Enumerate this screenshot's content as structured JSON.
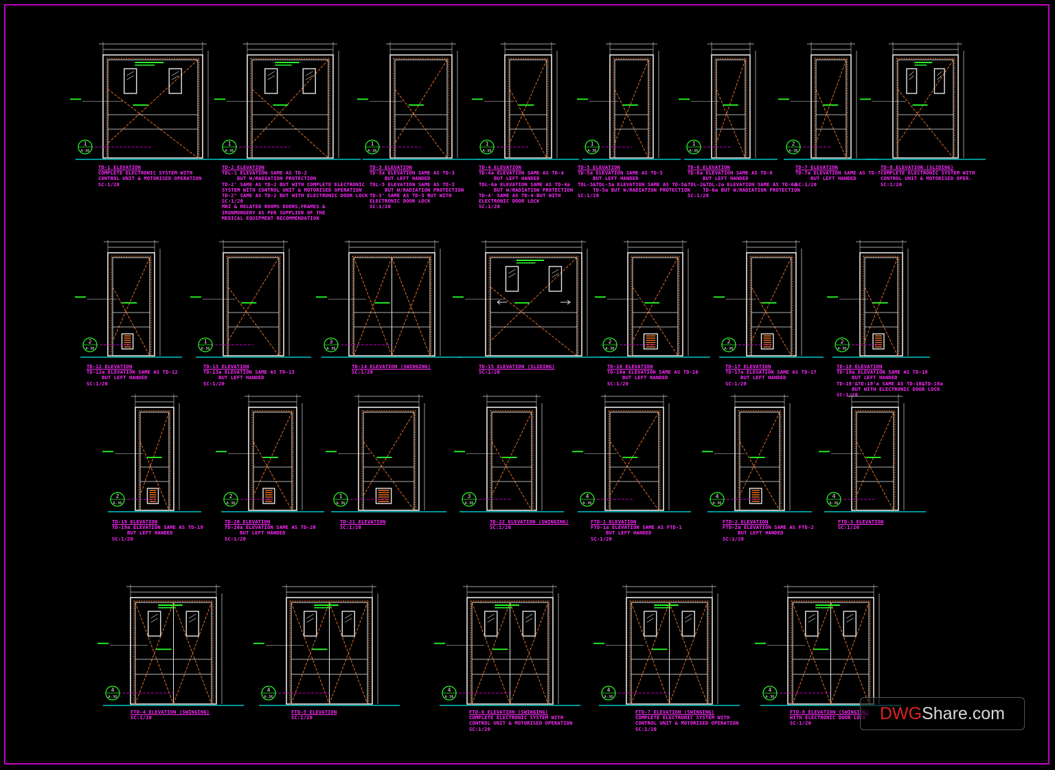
{
  "colors": {
    "frame": "#e8e8e8",
    "hatch": "#ff7a2a",
    "dimension": "#d8d8d8",
    "note": "#27ff27",
    "caption": "#ff2bff",
    "marker": "#27ff27",
    "floor": "#00c8c8"
  },
  "watermark": {
    "part1": "DWG",
    "part2": "Share",
    "part3": ".com"
  },
  "doors": [
    {
      "id": "td1",
      "marker_num": "1",
      "marker_ref": "A-36",
      "caption": [
        "TD-1 ELEVATION",
        "COMPLETE ELECTRONIC SYSTEM WITH",
        "CONTROL UNIT & MOTORISED OPERATION",
        "SC:1/20"
      ]
    },
    {
      "id": "td2",
      "marker_num": "1",
      "marker_ref": "A-36",
      "caption": [
        "TD-2 ELEVATION",
        "TDL-1 ELEVATION SAME AS TD-2",
        "     BUT W/RADIATION PROTECTION",
        "TD-2' SAME AS TD-2 BUT WITH COMPLETE ELECTRONIC",
        "SYSTEM WITH CONTROL UNIT & MOTORISED OPERATION",
        "TD-2\" SAME AS TD-2 BUT WITH ELECTRONIC DOOR LOCK",
        "SC:1/20",
        "MRI & RELATED ROOMS DOORS,FRAMES &",
        "IRONMONGERY AS PER SUPPLIER OF THE",
        "MEDICAL EQUIPMENT RECOMMENDATION"
      ]
    },
    {
      "id": "td3",
      "marker_num": "1",
      "marker_ref": "A-36",
      "caption": [
        "TD-3 ELEVATION",
        "TD-3a ELEVATION SAME AS TD-3",
        "     BUT LEFT HANDED",
        "TDL-5 ELEVATION SAME AS TD-3",
        "     BUT W/RADIATION PROTECTION",
        "TD-3' SAME AS TD-3 BUT WITH",
        "ELECTRONIC DOOR LOCK",
        "SC:1/20"
      ]
    },
    {
      "id": "td4",
      "marker_num": "1",
      "marker_ref": "A-36",
      "caption": [
        "TD-4 ELEVATION",
        "TD-4a ELEVATION SAME AS TD-4",
        "     BUT LEFT HANDED",
        "TDL-6a ELEVATION SAME AS TD-4a",
        "     BUT W/RADIATION PROTECTION",
        "TD-4' SAME AS TD-4 BUT WITH",
        "ELECTRONIC DOOR LOCK",
        "SC:1/20"
      ]
    },
    {
      "id": "td5",
      "marker_num": "1",
      "marker_ref": "A-36",
      "caption": [
        "TD-5 ELEVATION",
        "TD-5a ELEVATION SAME AS TD-5",
        "     BUT LEFT HANDED",
        "TDL-3&TDL-3a ELEVATION SAME AS TD-5&",
        "     TD-5a BUT W/RADIATION PROTECTION",
        "SC:1/20"
      ]
    },
    {
      "id": "td6",
      "marker_num": "1",
      "marker_ref": "A-36",
      "caption": [
        "TD-6 ELEVATION",
        "TD-6a ELEVATION SAME AS TD-6",
        "     BUT LEFT HANDED",
        "TDL-2&TDL-2a ELEVATION SAME AS TD-6&",
        "     TD-6a BUT W/RADIATION PROTECTION",
        "SC:1/20"
      ]
    },
    {
      "id": "td7",
      "marker_num": "2",
      "marker_ref": "A-36",
      "caption": [
        "TD-7 ELEVATION",
        "TD-7a ELEVATION SAME AS TD-7",
        "     BUT LEFT HANDED",
        "SC:1/20"
      ]
    },
    {
      "id": "td8",
      "marker_num": "",
      "marker_ref": "",
      "caption": [
        "TD-8 ELEVATION (SLIDING)",
        "COMPLETE ELECTRONIC SYSTEM WITH",
        "CONTROL UNIT & MOTORISED OPER.",
        "SC:1/20"
      ]
    },
    {
      "id": "td12",
      "marker_num": "2",
      "marker_ref": "A-36",
      "caption": [
        "TD-12 ELEVATION",
        "TD-12a ELEVATION SAME AS TD-12",
        "     BUT LEFT HANDED",
        "SC:1/20"
      ]
    },
    {
      "id": "td13",
      "marker_num": "1",
      "marker_ref": "A-36",
      "caption": [
        "TD-13 ELEVATION",
        "TD-13a ELEVATION SAME AS TD-13",
        "     BUT LEFT HANDED",
        "SC:1/20"
      ]
    },
    {
      "id": "td14",
      "marker_num": "3",
      "marker_ref": "A-36",
      "caption": [
        "TD-14 ELEVATION (SWINGING)",
        "SC:1/20"
      ]
    },
    {
      "id": "td15",
      "marker_num": "",
      "marker_ref": "",
      "caption": [
        "TD-15 ELEVATION (SLIDING)",
        "SC:1/20"
      ]
    },
    {
      "id": "td16",
      "marker_num": "2",
      "marker_ref": "A-36",
      "caption": [
        "TD-16 ELEVATION",
        "TD-16a ELEVATION SAME AS TD-16",
        "     BUT LEFT HANDED",
        "SC:1/20"
      ]
    },
    {
      "id": "td17",
      "marker_num": "2",
      "marker_ref": "A-36",
      "caption": [
        "TD-17 ELEVATION",
        "TD-17a ELEVATION SAME AS TD-17",
        "     BUT LEFT HANDED",
        "SC:1/20"
      ]
    },
    {
      "id": "td18",
      "marker_num": "2",
      "marker_ref": "A-36",
      "caption": [
        "TD-18 ELEVATION",
        "TD-18a ELEVATION SAME AS TD-18",
        "     BUT LEFT HANDED",
        "TD-18'&TD-18'a SAME AS TD-18&TD-18a",
        "     BUT WITH ELECTRONIC DOOR LOCK",
        "SC:1/20"
      ]
    },
    {
      "id": "td19",
      "marker_num": "2",
      "marker_ref": "A-36",
      "caption": [
        "TD-19 ELEVATION",
        "TD-19a ELEVATION SAME AS TD-19",
        "     BUT LEFT HANDED",
        "SC:1/20"
      ]
    },
    {
      "id": "td20",
      "marker_num": "2",
      "marker_ref": "A-36",
      "caption": [
        "TD-20 ELEVATION",
        "TD-20a ELEVATION SAME AS TD-20",
        "     BUT LEFT HANDED",
        "SC:1/20"
      ]
    },
    {
      "id": "td21",
      "marker_num": "1",
      "marker_ref": "A-36",
      "caption": [
        "TD-21 ELEVATION",
        "SC:1/20"
      ]
    },
    {
      "id": "td22",
      "marker_num": "3",
      "marker_ref": "A-36",
      "caption": [
        "TD-22 ELEVATION (SWINGING)",
        "SC:1/20"
      ]
    },
    {
      "id": "ftd1",
      "marker_num": "4",
      "marker_ref": "A-36",
      "caption": [
        "FTD-1 ELEVATION",
        "FTD-1a ELEVATION SAME AS FTD-1",
        "     BUT LEFT HANDED",
        "SC:1/20"
      ]
    },
    {
      "id": "ftd2",
      "marker_num": "4",
      "marker_ref": "A-36",
      "caption": [
        "FTD-2 ELEVATION",
        "FTD-2a ELEVATION SAME AS FTD-2",
        "     BUT LEFT HANDED",
        "SC:1/20"
      ]
    },
    {
      "id": "ftd3",
      "marker_num": "4",
      "marker_ref": "A-36",
      "caption": [
        "FTD-3 ELEVATION",
        "SC:1/20"
      ]
    },
    {
      "id": "ftd4",
      "marker_num": "4",
      "marker_ref": "A-36",
      "caption": [
        "FTD-4 ELEVATION (SWINGING)",
        "SC:1/20"
      ]
    },
    {
      "id": "ftd5",
      "marker_num": "4",
      "marker_ref": "A-36",
      "caption": [
        "FTD-5 ELEVATION",
        "SC:1/20"
      ]
    },
    {
      "id": "ftd6",
      "marker_num": "4",
      "marker_ref": "A-36",
      "caption": [
        "FTD-6 ELEVATION (SWINGING)",
        "COMPLETE ELECTRONIC SYSTEM WITH",
        "CONTROL UNIT & MOTORISED OPERATION",
        "SC:1/20"
      ]
    },
    {
      "id": "ftd7",
      "marker_num": "4",
      "marker_ref": "A-36",
      "caption": [
        "FTD-7 ELEVATION (SWINGING)",
        "COMPLETE ELECTRONIC SYSTEM WITH",
        "CONTROL UNIT & MOTORISED OPERATION",
        "SC:1/20"
      ]
    },
    {
      "id": "ftd8",
      "marker_num": "4",
      "marker_ref": "A-36",
      "caption": [
        "FTD-8 ELEVATION (SWINGING)",
        "WITH ELECTRONIC DOOR LOCK",
        "SC:1/20"
      ]
    }
  ]
}
